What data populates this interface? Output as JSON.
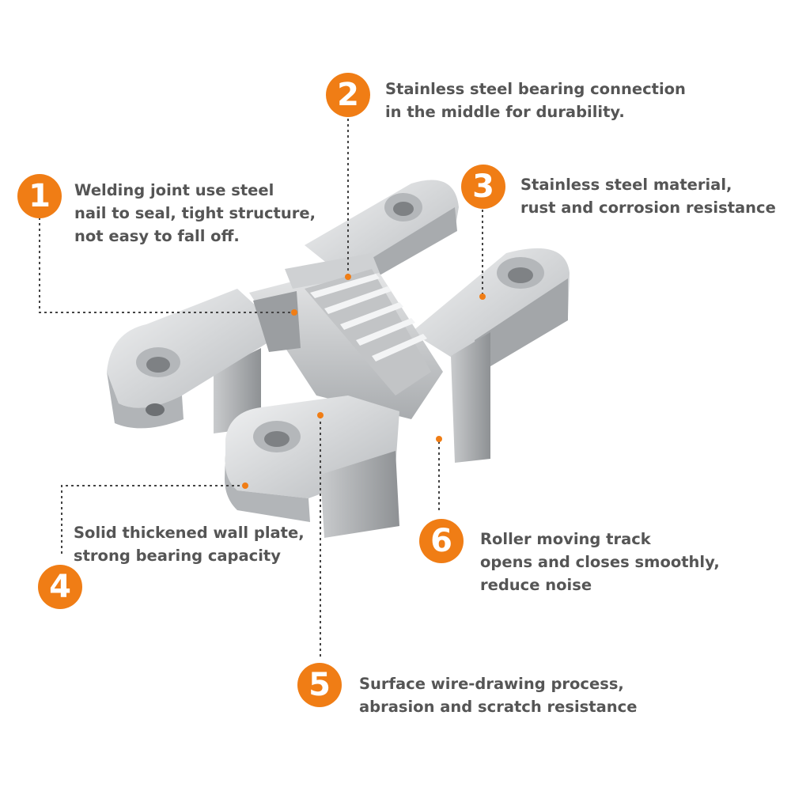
{
  "callouts": [
    {
      "number": "1",
      "lines": [
        "Welding joint use steel",
        "nail to seal, tight structure,",
        "not easy to fall off."
      ]
    },
    {
      "number": "2",
      "lines": [
        "Stainless steel bearing connection",
        "in the middle for durability."
      ]
    },
    {
      "number": "3",
      "lines": [
        "Stainless steel material,",
        "rust and corrosion resistance"
      ]
    },
    {
      "number": "4",
      "lines": [
        "Solid thickened wall plate,",
        "strong bearing capacity"
      ]
    },
    {
      "number": "5",
      "lines": [
        "Surface wire-drawing process,",
        "abrasion and scratch resistance"
      ]
    },
    {
      "number": "6",
      "lines": [
        "Roller moving track",
        "opens and closes smoothly,",
        "reduce noise"
      ]
    }
  ],
  "colors": {
    "badge": "#f07d15",
    "text": "#555555",
    "leader": "#444444",
    "metal": "#d6d8da"
  }
}
